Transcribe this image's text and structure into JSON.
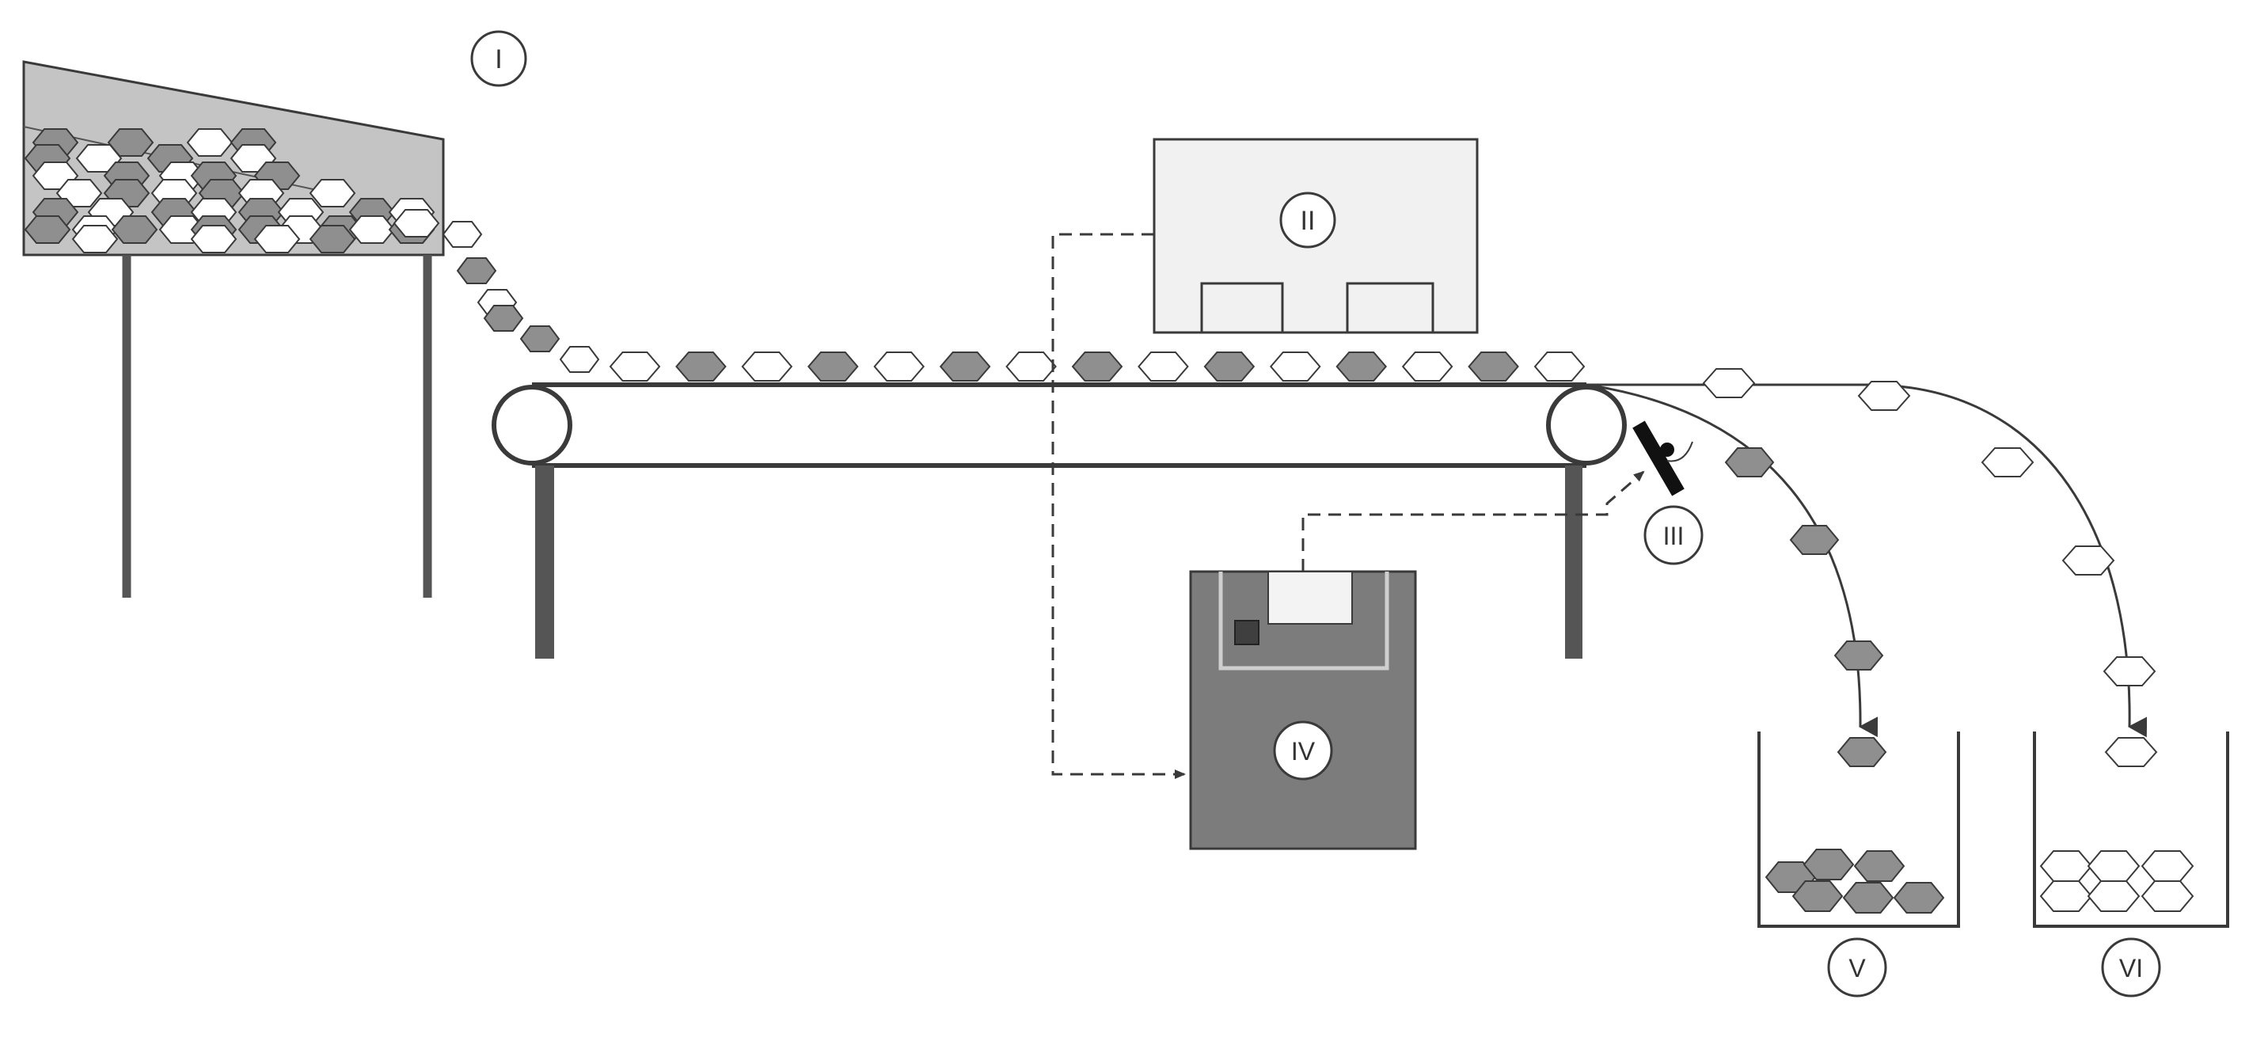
{
  "labels": {
    "feeder": "I",
    "camera": "II",
    "ejector": "III",
    "controller": "IV",
    "bin_dark": "V",
    "bin_light": "VI"
  },
  "colors": {
    "dark_particle": "#8f8f8f",
    "light_particle": "#ffffff",
    "hopper_fill": "#c4c4c4",
    "camera_fill": "#f1f1f1",
    "controller_fill": "#7c7c7c",
    "line": "#3a3a3a",
    "leg": "#555555"
  },
  "conveyor_sequence": [
    "light",
    "dark",
    "light",
    "dark",
    "light",
    "dark",
    "light",
    "dark",
    "light",
    "dark",
    "light",
    "dark",
    "light",
    "dark",
    "light"
  ],
  "bin_v_contents": "dark",
  "bin_vi_contents": "light"
}
